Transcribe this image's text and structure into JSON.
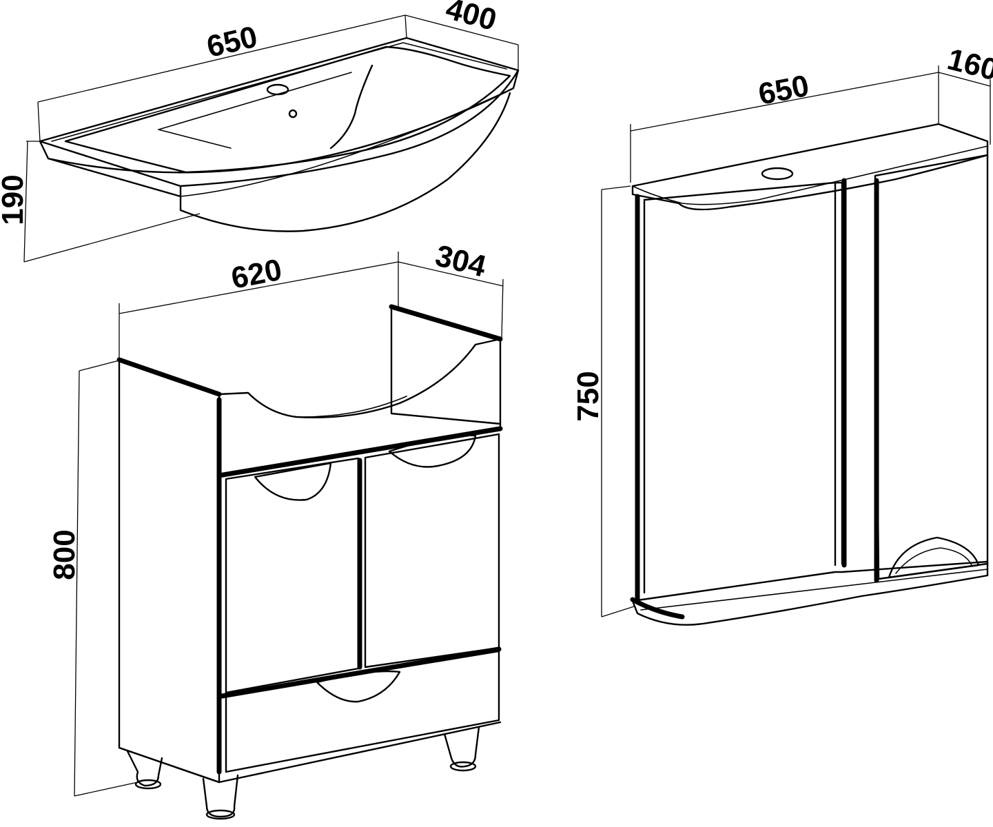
{
  "basin": {
    "width_label": "650",
    "depth_label": "400",
    "height_label": "190"
  },
  "cabinet": {
    "width_label": "620",
    "depth_label": "304",
    "height_label": "800"
  },
  "mirror_cabinet": {
    "width_label": "650",
    "depth_label": "160",
    "height_label": "750"
  },
  "colors": {
    "line": "#000000",
    "background": "#ffffff"
  }
}
